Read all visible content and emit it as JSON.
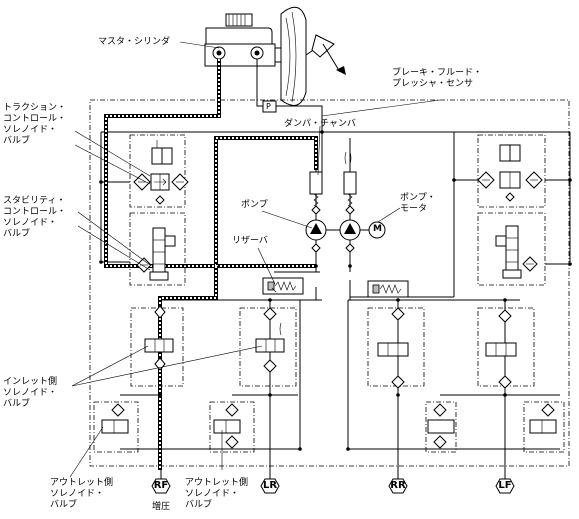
{
  "labels": {
    "master_cylinder": "マスタ・シリンダ",
    "pressure_sensor": "ブレーキ・フルード・\nプレッシャ・センサ",
    "pressure_sensor_tag": "P",
    "traction_valve": "トラクション・\nコントロール・\nソレノイド・\nバルブ",
    "stability_valve": "スタビリティ・\nコントロール・\nソレノイド・\nバルブ",
    "damper_chamber": "ダンパ・チャンバ",
    "pump": "ポンプ",
    "pump_motor": "ポンプ・\nモータ",
    "motor_symbol": "M",
    "reservoir": "リザーバ",
    "inlet_valve": "インレット側\nソレノイド・\nバルブ",
    "outlet_valve_left": "アウトレット側\nソレノイド・\nバルブ",
    "outlet_valve_right": "アウトレット側\nソレノイド・\nバルブ",
    "pressure_increase": "増圧"
  },
  "ports": {
    "rf": "RF",
    "lr": "LR",
    "rr": "RR",
    "lf": "LF"
  }
}
